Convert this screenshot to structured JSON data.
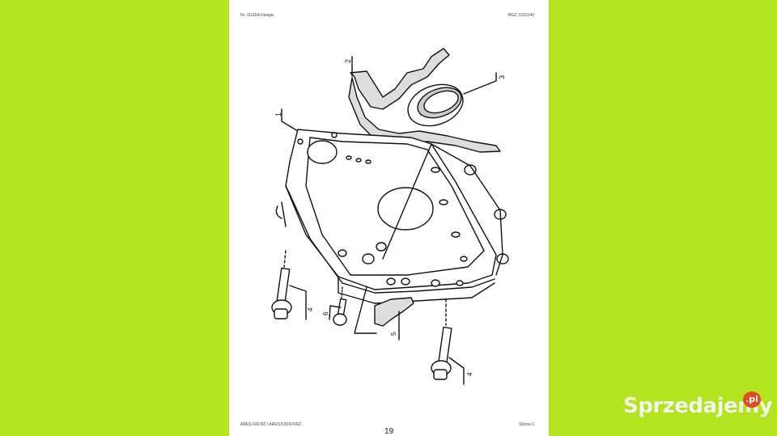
{
  "document": {
    "header": {
      "left": "Nr. 11115A   Uwaga:",
      "right": "BGZ: 0110140"
    },
    "footer": {
      "left": "ARES 640 RZ / ARES 630 RX/RZ",
      "right": "Strona 1",
      "page_number": "19"
    },
    "diagram": {
      "type": "exploded parts drawing",
      "callouts": [
        "1",
        "2",
        "3",
        "4",
        "5",
        "6",
        "4"
      ]
    }
  },
  "watermark": {
    "text": "Sprzedajemy",
    "badge": ".pl",
    "badge_color": "#E24A22"
  },
  "colors": {
    "background": "#B3E41F",
    "page": "#FFFFFF"
  }
}
